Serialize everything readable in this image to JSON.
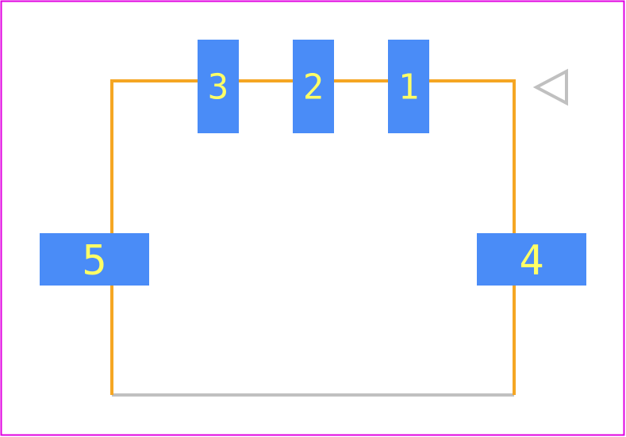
{
  "colors": {
    "board_outline": "#e000e0",
    "silkscreen": "#f5a623",
    "fab_outline": "#c0c0c0",
    "pad": "#4a8cf7",
    "pad_label": "#ffff66",
    "pin1_marker": "#c0c0c0"
  },
  "pads": [
    {
      "number": "3",
      "name": "pad-3"
    },
    {
      "number": "2",
      "name": "pad-2"
    },
    {
      "number": "1",
      "name": "pad-1"
    },
    {
      "number": "5",
      "name": "pad-5"
    },
    {
      "number": "4",
      "name": "pad-4"
    }
  ],
  "icons": {
    "pin1_marker": "triangle-left-outline-icon"
  }
}
